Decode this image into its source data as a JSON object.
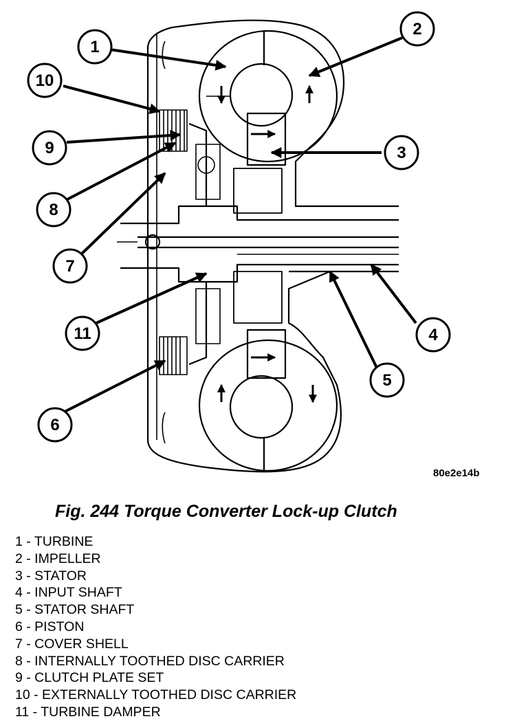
{
  "figure": {
    "image_code": "80e2e14b",
    "callouts": [
      "1",
      "2",
      "3",
      "4",
      "5",
      "6",
      "7",
      "8",
      "9",
      "10",
      "11"
    ]
  },
  "caption": "Fig. 244 Torque Converter Lock-up Clutch",
  "legend": [
    "1 - TURBINE",
    "2 - IMPELLER",
    "3 - STATOR",
    "4 - INPUT SHAFT",
    "5 - STATOR SHAFT",
    "6 - PISTON",
    "7 - COVER SHELL",
    "8 - INTERNALLY TOOTHED DISC CARRIER",
    "9 - CLUTCH PLATE SET",
    "10 - EXTERNALLY TOOTHED DISC CARRIER",
    "11 - TURBINE DAMPER"
  ]
}
